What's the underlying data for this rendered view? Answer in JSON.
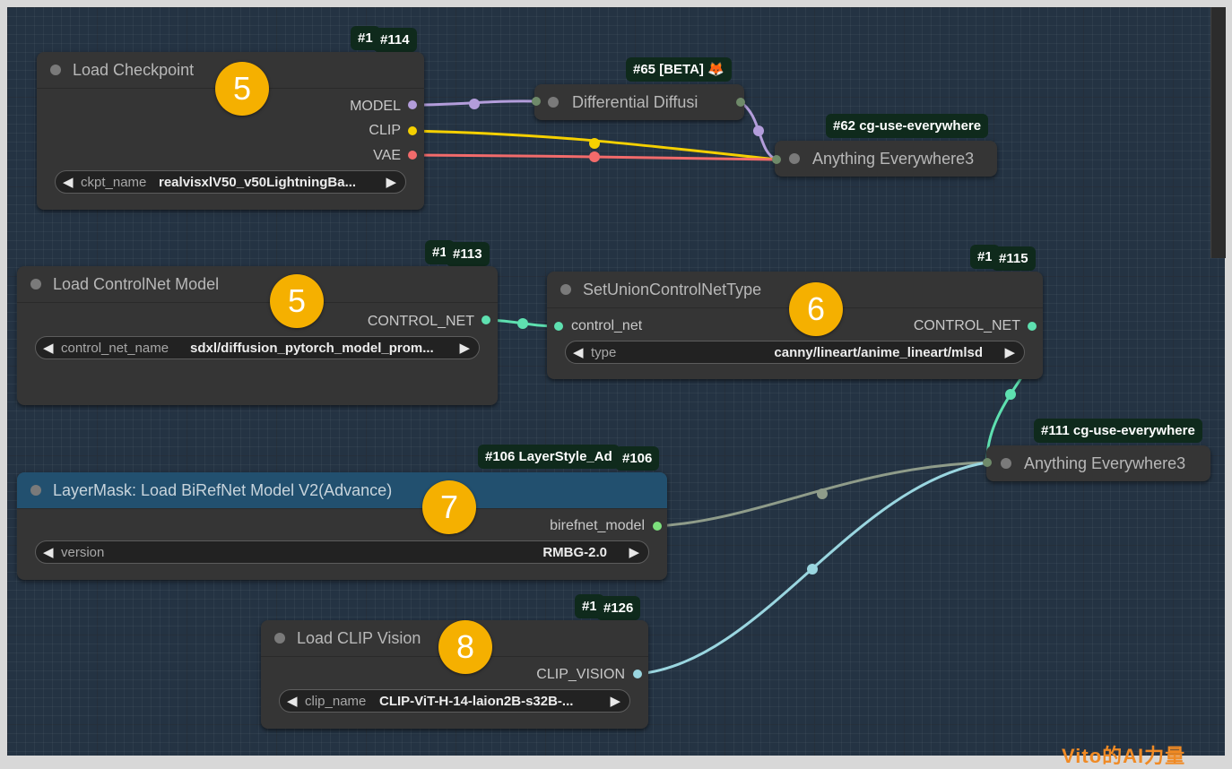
{
  "nodes": {
    "load_checkpoint": {
      "title": "Load Checkpoint",
      "badge_a": "#1",
      "badge_b": "#114",
      "step": "5",
      "out_model": "MODEL",
      "out_clip": "CLIP",
      "out_vae": "VAE",
      "widget_label": "ckpt_name",
      "widget_value": "realvisxlV50_v50LightningBa..."
    },
    "differential_diffusion": {
      "title": "Differential Diffusi",
      "badge": "#65 [BETA] 🦊"
    },
    "anything_everywhere_62": {
      "title": "Anything Everywhere3",
      "badge": "#62 cg-use-everywhere"
    },
    "load_controlnet": {
      "title": "Load ControlNet Model",
      "badge_a": "#1",
      "badge_b": "#113",
      "step": "5",
      "out_control_net": "CONTROL_NET",
      "widget_label": "control_net_name",
      "widget_value": "sdxl/diffusion_pytorch_model_prom..."
    },
    "set_union_controlnet": {
      "title": "SetUnionControlNetType",
      "badge_a": "#1",
      "badge_b": "#115",
      "step": "6",
      "in_control_net": "control_net",
      "out_control_net": "CONTROL_NET",
      "widget_label": "type",
      "widget_value": "canny/lineart/anime_lineart/mlsd"
    },
    "anything_everywhere_111": {
      "title": "Anything Everywhere3",
      "badge": "#111 cg-use-everywhere"
    },
    "birefnet": {
      "title": "LayerMask: Load BiRefNet Model V2(Advance)",
      "badge_a": "#106 LayerStyle_Ad",
      "badge_b": "#106",
      "step": "7",
      "out_birefnet": "birefnet_model",
      "widget_label": "version",
      "widget_value": "RMBG-2.0"
    },
    "load_clip_vision": {
      "title": "Load CLIP Vision",
      "badge_a": "#1",
      "badge_b": "#126",
      "step": "8",
      "out_clip_vision": "CLIP_VISION",
      "widget_label": "clip_name",
      "widget_value": "CLIP-ViT-H-14-laion2B-s32B-..."
    }
  },
  "colors": {
    "model": "#b39ddb",
    "clip": "#f5d000",
    "vae": "#f26b6b",
    "control_net": "#5ee0b0",
    "birefnet": "#8f9c8a",
    "clip_vision": "#9ad6e0",
    "step_bubble": "#f5b000",
    "badge_bg": "#0f2a1c",
    "birefnet_header": "#22506f"
  },
  "widget_arrows": {
    "left": "◀",
    "right": "▶"
  },
  "watermark": "Vito的AI力量"
}
